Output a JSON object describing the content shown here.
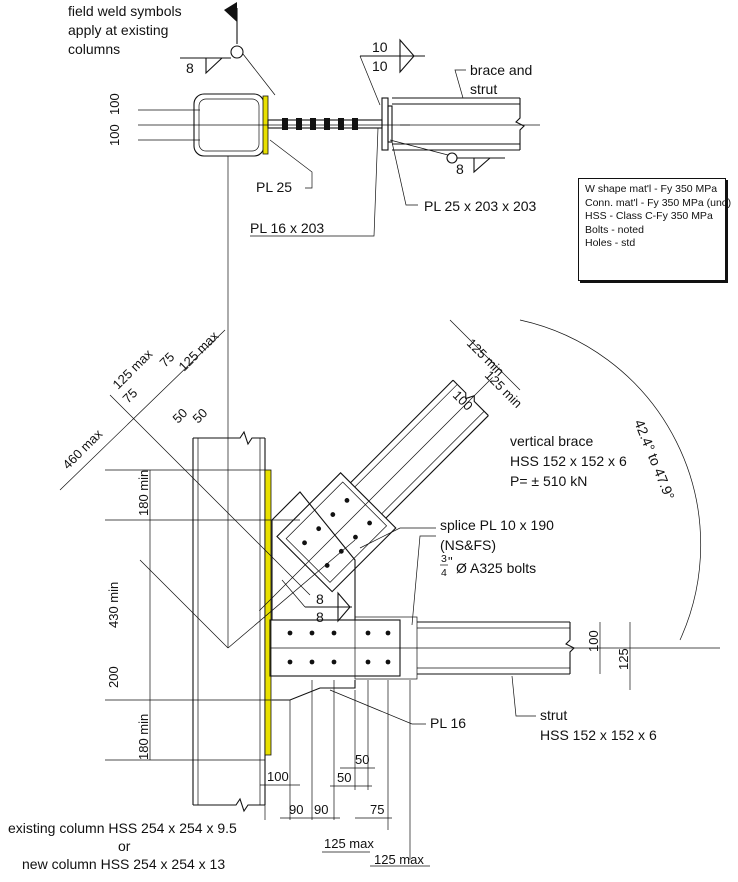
{
  "notes": {
    "weld_note": [
      "field weld symbols",
      "apply at existing",
      "columns"
    ],
    "spec_lines": [
      "W shape mat'l - Fy 350 MPa",
      "Conn. mat'l - Fy 350 MPa (uno)",
      "HSS - Class C-Fy 350 MPa",
      "Bolts - noted",
      "Holes - std"
    ]
  },
  "top_detail": {
    "weld_size_left": "8",
    "weld_size_right": "8",
    "weld_top": "10",
    "weld_bottom": "10",
    "dim_100_a": "100",
    "dim_100_b": "100",
    "brace_and_strut": [
      "brace and",
      "strut"
    ],
    "pl25": "PL 25",
    "pl25x203": "PL 25 x 203 x 203",
    "pl16x203": "PL 16 x 203"
  },
  "main_detail": {
    "vertical_brace": [
      "vertical brace",
      "HSS 152 x 152 x 6",
      "P= ± 510 kN"
    ],
    "splice": [
      "splice PL 10 x 190",
      "(NS&FS)",
      "Ø A325 bolts"
    ],
    "bolt_fraction": {
      "num": "3",
      "den": "4",
      "mark": "\""
    },
    "angle": "42.4° to 47.9°",
    "strut": [
      "strut",
      "HSS 152 x 152 x 6"
    ],
    "pl16": "PL 16",
    "column": [
      "existing column HSS 254 x 254 x 9.5",
      "or",
      "new column HSS 254 x 254 x 13"
    ],
    "weld_8_a": "8",
    "weld_8_b": "8",
    "dims": {
      "d460": "460 max",
      "d125max_a": "125 max",
      "d75_a": "75",
      "d125max_b": "125 max",
      "d75_b": "75",
      "d50_a": "50",
      "d50_b": "50",
      "d125min_a": "125 min",
      "d125min_b": "125 min",
      "d100_brace": "100",
      "d180min_top": "180 min",
      "d430min": "430 min",
      "d200": "200",
      "d180min_bot": "180 min",
      "d100_strut": "100",
      "d125_strut": "125",
      "d100_bottom": "100",
      "d90_a": "90",
      "d90_b": "90",
      "d50_c": "50",
      "d50_d": "50",
      "d75_c": "75",
      "d125max_c": "125 max",
      "d125max_d": "125 max"
    }
  }
}
